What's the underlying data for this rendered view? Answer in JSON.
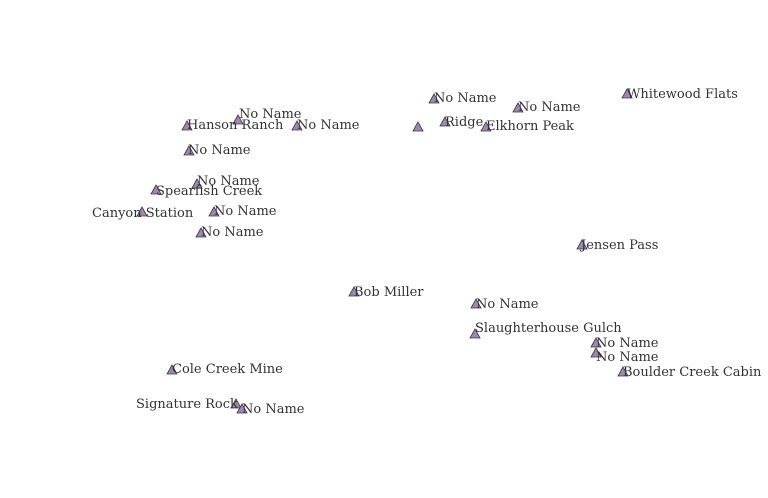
{
  "map": {
    "marker_fill": "#9e86b8",
    "marker_stroke": "#3a3a3a",
    "label_color": "#333333",
    "background": "#ffffff"
  },
  "features": [
    {
      "id": "f01",
      "name": "No Name"
    },
    {
      "id": "f02",
      "name": "Hanson Ranch"
    },
    {
      "id": "f03",
      "name": "No Name"
    },
    {
      "id": "f04",
      "name": "No Name"
    },
    {
      "id": "f05",
      "name": "No Name"
    },
    {
      "id": "f06",
      "name": "Spearfish Creek"
    },
    {
      "id": "f07",
      "name": "Canyon Station"
    },
    {
      "id": "f08",
      "name": "No Name"
    },
    {
      "id": "f09",
      "name": "No Name"
    },
    {
      "id": "f10",
      "name": "No Name"
    },
    {
      "id": "f11",
      "name": "Ridge"
    },
    {
      "id": "f12",
      "name": "Elkhorn Peak"
    },
    {
      "id": "f13",
      "name": "No Name"
    },
    {
      "id": "f14",
      "name": "Whitewood Flats"
    },
    {
      "id": "f15",
      "name": ""
    },
    {
      "id": "f16",
      "name": "Jensen Pass"
    },
    {
      "id": "f17",
      "name": "Bob Miller"
    },
    {
      "id": "f18",
      "name": "No Name"
    },
    {
      "id": "f19",
      "name": "Slaughterhouse Gulch"
    },
    {
      "id": "f20",
      "name": "No Name"
    },
    {
      "id": "f21",
      "name": "No Name"
    },
    {
      "id": "f22",
      "name": "Boulder Creek Cabin"
    },
    {
      "id": "f23",
      "name": "Cole Creek Mine"
    },
    {
      "id": "f24",
      "name": "Signature Rock"
    },
    {
      "id": "f25",
      "name": "No Name"
    }
  ]
}
